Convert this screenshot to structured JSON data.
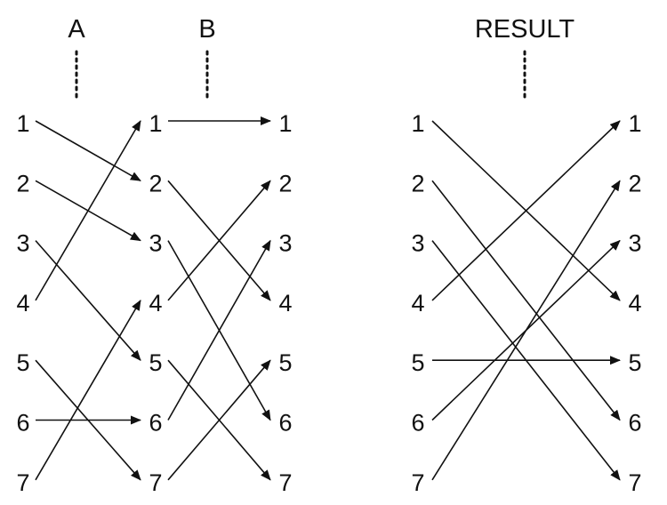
{
  "headers": {
    "a": "A",
    "b": "B",
    "result": "RESULT"
  },
  "labels": [
    "1",
    "2",
    "3",
    "4",
    "5",
    "6",
    "7"
  ],
  "colors": {
    "ink": "#111111",
    "background": "#ffffff"
  },
  "permutations": {
    "a": [
      [
        1,
        2
      ],
      [
        2,
        3
      ],
      [
        3,
        5
      ],
      [
        4,
        1
      ],
      [
        5,
        7
      ],
      [
        6,
        6
      ],
      [
        7,
        4
      ]
    ],
    "b": [
      [
        1,
        1
      ],
      [
        2,
        4
      ],
      [
        3,
        6
      ],
      [
        4,
        2
      ],
      [
        5,
        7
      ],
      [
        6,
        3
      ],
      [
        7,
        5
      ]
    ],
    "result": [
      [
        1,
        4
      ],
      [
        2,
        6
      ],
      [
        3,
        7
      ],
      [
        4,
        1
      ],
      [
        5,
        5
      ],
      [
        6,
        3
      ],
      [
        7,
        2
      ]
    ]
  }
}
